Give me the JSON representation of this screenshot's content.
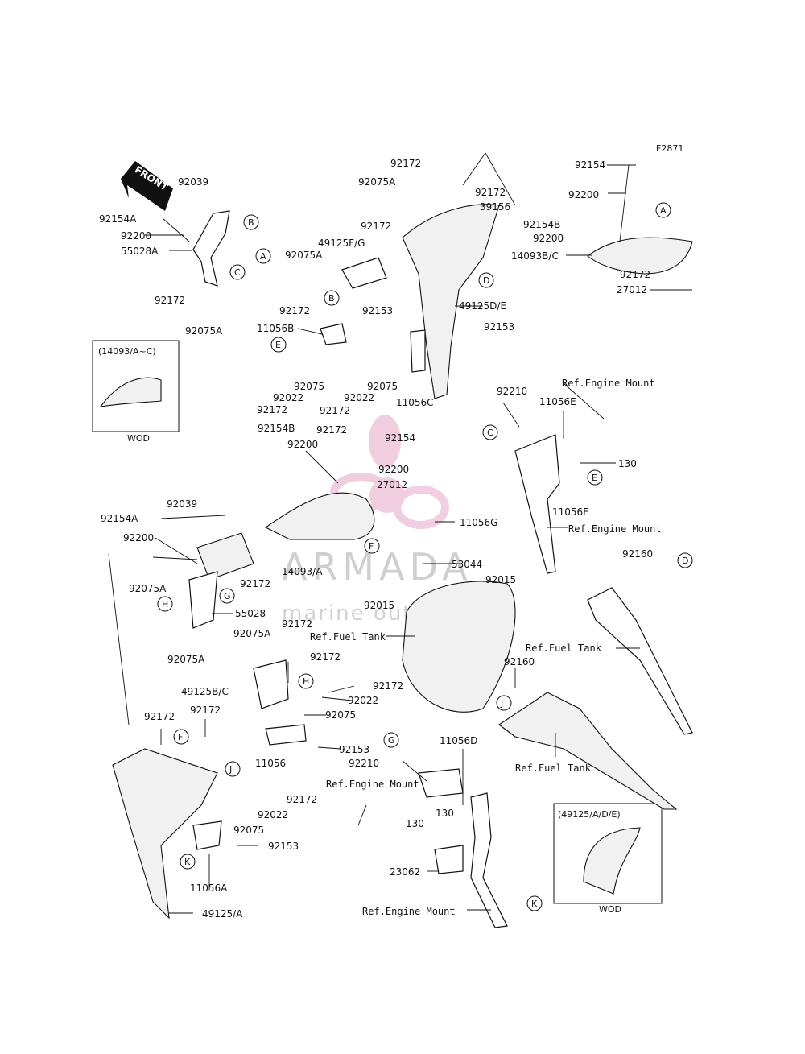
{
  "diagram": {
    "code": "F2871",
    "front_label": "FRONT",
    "watermark": {
      "brand": "ARMADA",
      "tagline": "marine outboards",
      "color": "#e6a6c8"
    },
    "insets": [
      {
        "title": "(14093/A~C)",
        "caption": "WOD"
      },
      {
        "title": "(49125/A/D/E)",
        "caption": "WOD"
      }
    ],
    "labels": [
      "92172",
      "92075A",
      "92172",
      "39156",
      "92172",
      "49125F/G",
      "92075A",
      "49125D/E",
      "92172",
      "92153",
      "92153",
      "11056B",
      "92075",
      "92172",
      "92022",
      "92172",
      "92022",
      "92075",
      "11056C",
      "92039",
      "92154A",
      "92200",
      "55028A",
      "92172",
      "92075A",
      "92154",
      "92200",
      "92154B",
      "92200",
      "14093B/C",
      "92172",
      "27012",
      "92210",
      "11056E",
      "Ref.Engine Mount",
      "130",
      "11056F",
      "Ref.Engine Mount",
      "92154B",
      "92172",
      "92200",
      "92154",
      "92200",
      "27012",
      "11056G",
      "53044",
      "92015",
      "92015",
      "14093/A",
      "92039",
      "92154A",
      "92200",
      "92075A",
      "92172",
      "55028",
      "92075A",
      "92172",
      "92075A",
      "92172",
      "49125B/C",
      "92172",
      "92022",
      "92075",
      "92153",
      "11056",
      "92172",
      "92172",
      "92022",
      "92172",
      "92075",
      "92153",
      "11056A",
      "49125/A",
      "Ref.Fuel Tank",
      "92160",
      "Ref.Fuel Tank",
      "92160",
      "Ref.Fuel Tank",
      "92210",
      "11056D",
      "Ref.Engine Mount",
      "130",
      "130",
      "23062",
      "Ref.Engine Mount"
    ],
    "callouts": [
      "A",
      "B",
      "C",
      "A",
      "B",
      "D",
      "E",
      "C",
      "E",
      "D",
      "F",
      "G",
      "H",
      "H",
      "F",
      "J",
      "G",
      "J",
      "K",
      "K"
    ]
  }
}
